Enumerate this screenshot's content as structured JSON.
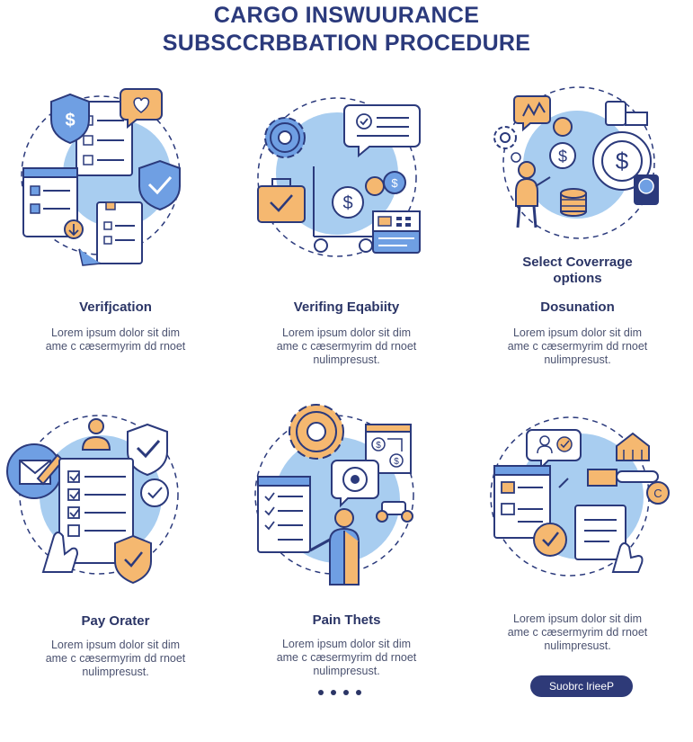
{
  "header": {
    "title_line1": "CARGO INSWUURANCE",
    "title_line2": "SUBSCCRBBATION PROCEDURE"
  },
  "colors": {
    "navy": "#2b3a7c",
    "light_blue": "#a8cdf0",
    "mid_blue": "#6f9fe3",
    "peach": "#f5b870",
    "white": "#ffffff"
  },
  "steps": [
    {
      "id": "verification",
      "heading": "Verifjcation",
      "desc": [
        "Lorem ipsum dolor sit dim",
        "ame c cæsermyrim dd rnoet"
      ],
      "icons": [
        "shield-dollar-icon",
        "heart-bubble-icon",
        "document-icon",
        "shield-check-icon",
        "laptop-icon",
        "clipboard-icon"
      ]
    },
    {
      "id": "eligibility",
      "heading": "Verifing Eqabiity",
      "desc": [
        "Lorem ipsum dolor sit dim",
        "ame c cæsermyrim dd rnoet",
        "nulimpresust."
      ],
      "icons": [
        "gear-icon",
        "chat-bubble-icon",
        "briefcase-icon",
        "coin-icon",
        "cart-icon",
        "dashboard-icon"
      ]
    },
    {
      "id": "documentation",
      "subheading": [
        "Select Coverrage",
        "options"
      ],
      "heading": "Dosunation",
      "desc": [
        "Lorem ipsum dolor sit dim",
        "ame c cæsermyrim dd rnoet",
        "nulimpresust."
      ],
      "icons": [
        "chart-bubble-icon",
        "gear-icon",
        "person-icon",
        "coin-stack-icon",
        "dollar-icon",
        "bag-icon"
      ]
    },
    {
      "id": "pay-order",
      "heading": "Pay Orater",
      "desc": [
        "Lorem ipsum dolor sit dim",
        "ame c cæsermyrim dd rnoet",
        "nulimpresust."
      ],
      "icons": [
        "envelope-pen-icon",
        "person-icon",
        "shield-check-icon",
        "checklist-icon",
        "hand-icon",
        "shield-icon"
      ]
    },
    {
      "id": "pain-thets",
      "heading": "Pain Thets",
      "desc": [
        "Lorem ipsum dolor sit dim",
        "ame c cæsermyrim dd rnoet",
        "nulimpresust."
      ],
      "icons": [
        "gear-icon",
        "board-icon",
        "checklist-icon",
        "target-icon",
        "person-icon",
        "trolley-icon"
      ]
    },
    {
      "id": "final-step",
      "heading": "",
      "desc": [
        "Lorem ipsum dolor sit dim",
        "ame c cæsermyrim dd rnoet",
        "nulimpresust."
      ],
      "icons": [
        "house-icon",
        "person-card-icon",
        "laptop-checklist-icon",
        "check-circle-icon",
        "document-icon",
        "coin-icon",
        "hand-icon"
      ]
    }
  ],
  "footer": {
    "subscribe_label": "Suobrc lrieeP",
    "page_dots": 4
  }
}
